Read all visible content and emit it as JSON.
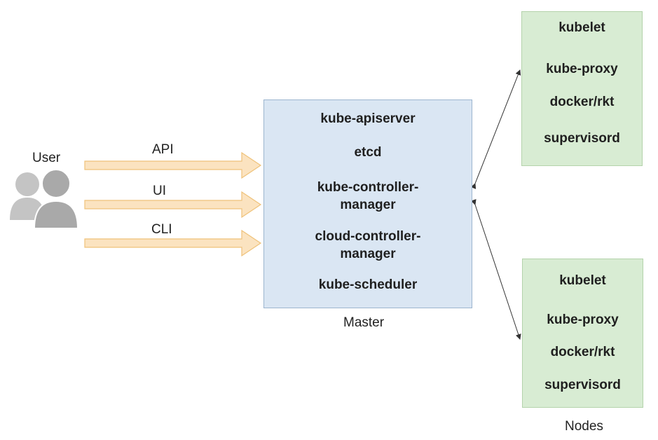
{
  "user": {
    "label": "User"
  },
  "channels": [
    {
      "label": "API"
    },
    {
      "label": "UI"
    },
    {
      "label": "CLI"
    }
  ],
  "master": {
    "label": "Master",
    "components": [
      "kube-apiserver",
      "etcd",
      "kube-controller-\nmanager",
      "cloud-controller-\nmanager",
      "kube-scheduler"
    ]
  },
  "nodes": {
    "label": "Nodes",
    "items": [
      {
        "components": [
          "kubelet",
          "kube-proxy",
          "docker/rkt",
          "supervisord"
        ]
      },
      {
        "components": [
          "kubelet",
          "kube-proxy",
          "docker/rkt",
          "supervisord"
        ]
      }
    ]
  },
  "colors": {
    "master_fill": "#dae6f3",
    "node_fill": "#d8ecd3",
    "arrow_fill": "#fbe3c0",
    "arrow_stroke": "#efc27a",
    "user_icon": "#a9a9a9"
  }
}
